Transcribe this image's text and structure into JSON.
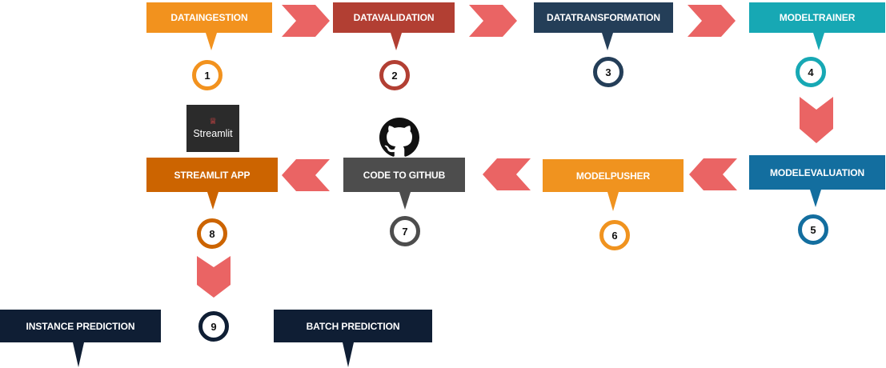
{
  "steps": [
    {
      "label": "DATAINGESTION",
      "number": "1",
      "color": "#f2921e"
    },
    {
      "label": "DATAVALIDATION",
      "number": "2",
      "color": "#b23f33"
    },
    {
      "label": "DATATRANSFORMATION",
      "number": "3",
      "color": "#243e58"
    },
    {
      "label": "MODELTRAINER",
      "number": "4",
      "color": "#17a8b4"
    },
    {
      "label": "MODELEVALUATION",
      "number": "5",
      "color": "#136e9f"
    },
    {
      "label": "MODELPUSHER",
      "number": "6",
      "color": "#f0931f"
    },
    {
      "label": "CODE TO GITHUB",
      "number": "7",
      "color": "#4d4d4d"
    },
    {
      "label": "STREAMLIT APP",
      "number": "8",
      "color": "#cc6400"
    },
    {
      "number": "9",
      "color": "#0f1e34"
    }
  ],
  "predictions": [
    {
      "label": "INSTANCE PREDICTION",
      "color": "#0f1e34"
    },
    {
      "label": "BATCH PREDICTION",
      "color": "#0f1e34"
    }
  ],
  "icons": {
    "streamlit": {
      "name": "streamlit-logo",
      "label": "Streamlit"
    },
    "github": {
      "name": "github-icon"
    }
  },
  "arrow_color": "#ea6464"
}
